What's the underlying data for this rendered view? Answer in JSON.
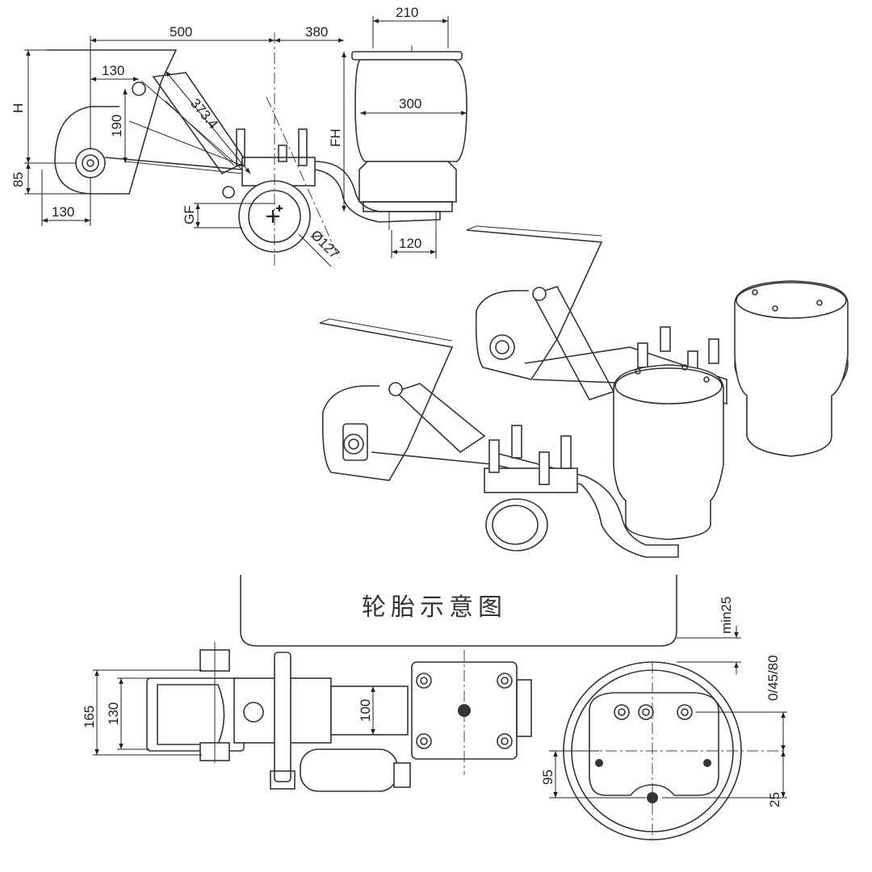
{
  "side_view": {
    "dims": {
      "d500": "500",
      "d380": "380",
      "d210": "210",
      "d130_top": "130",
      "d190": "190",
      "d373": "373.4",
      "dH": "H",
      "dFH": "FH",
      "d300": "300",
      "d85": "85",
      "d130_bottom": "130",
      "dGF": "GF",
      "d127": "Ø127",
      "d120": "120"
    }
  },
  "plan_view": {
    "tire_label": "轮胎示意图",
    "dims": {
      "min25": "min25",
      "d04580": "0/45/80",
      "d165": "165",
      "d130": "130",
      "d100": "100",
      "d95": "95",
      "d25": "25"
    }
  }
}
